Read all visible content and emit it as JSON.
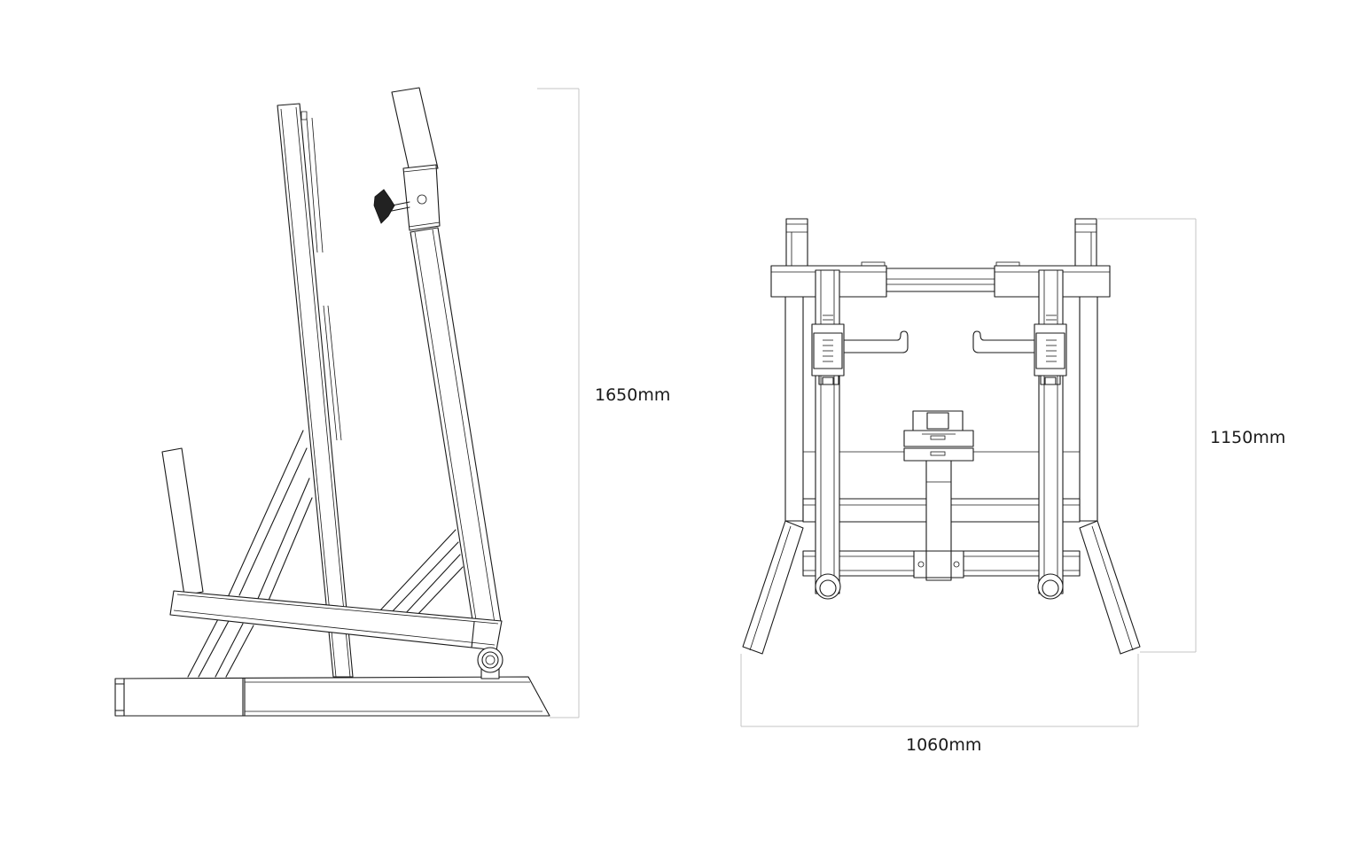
{
  "side_view": {
    "height_label": "1650mm"
  },
  "front_view": {
    "height_label": "1150mm",
    "width_label": "1060mm"
  },
  "colors": {
    "line": "#1a1a1a",
    "dimension": "#c4c4c4",
    "background": "#ffffff"
  }
}
